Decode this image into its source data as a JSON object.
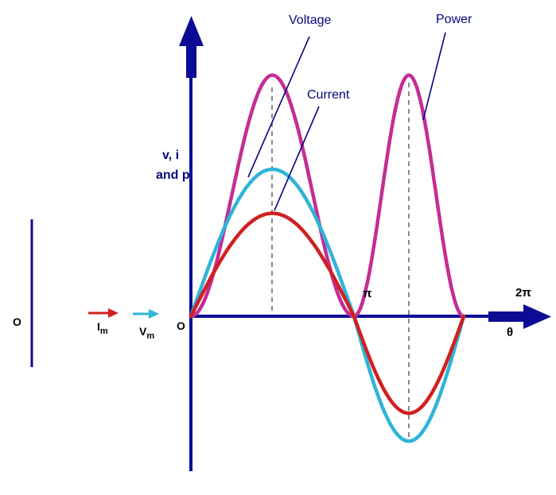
{
  "figure": {
    "labels": {
      "voltage": "Voltage",
      "current": "Current",
      "power": "Power",
      "y_axis_line1": "v, i",
      "y_axis_line2": "and p",
      "origin_main": "O",
      "origin_phasor": "O",
      "pi": "π",
      "two_pi": "2π",
      "theta": "θ",
      "current_phasor": {
        "main": "I",
        "sub": "m"
      },
      "voltage_phasor": {
        "main": "V",
        "sub": "m"
      }
    },
    "colors": {
      "axis": "#0b0b96",
      "navy_text": "#06067f",
      "voltage": "#2fb4d9",
      "current": "#d02020",
      "power": "#c42d95",
      "dashed": "#6e6e6e"
    }
  },
  "chart_data": {
    "type": "line",
    "xlabel": "θ",
    "ylabel": "v, i and p",
    "x_ticks": [
      "O",
      "π",
      "2π"
    ],
    "x_range_rad": [
      0,
      6.2832
    ],
    "guides_rad": [
      1.5708,
      4.7124
    ],
    "series": [
      {
        "name": "Power",
        "shape": "sin2",
        "amplitude": 1.64,
        "neg_amplitude": 0,
        "color": "#c42d95",
        "note": "p = v·i, double frequency, always positive, peaks at π/2 and 3π/2"
      },
      {
        "name": "Voltage",
        "shape": "sin",
        "amplitude": 1.0,
        "neg_amplitude": 0.85,
        "color": "#2fb4d9",
        "note": "v = Vm sin θ"
      },
      {
        "name": "Current",
        "shape": "sin",
        "amplitude": 0.7,
        "neg_amplitude": 0.66,
        "color": "#d02020",
        "note": "i = Im sin θ, in phase with voltage"
      }
    ],
    "phasors": [
      {
        "label": "Im",
        "color": "#d02020"
      },
      {
        "label": "Vm",
        "color": "#2fb4d9"
      }
    ]
  }
}
